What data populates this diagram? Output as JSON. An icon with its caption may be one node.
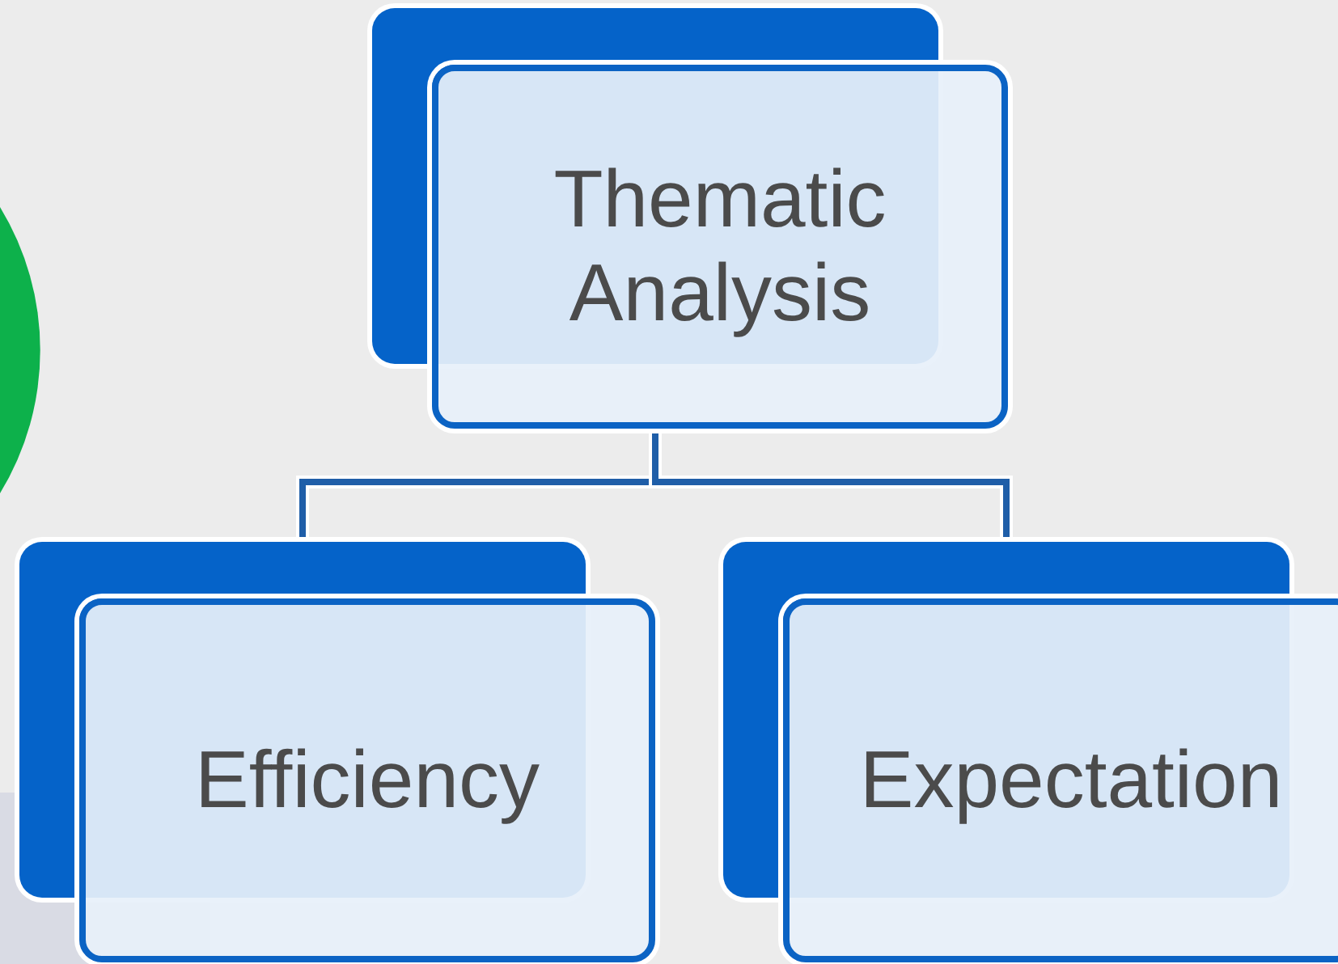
{
  "diagram": {
    "nodes": [
      {
        "text": [
          "Thematic Analysis"
        ]
      },
      {
        "text": [
          "Efficiency"
        ]
      },
      {
        "text": [
          "Expectation"
        ]
      }
    ],
    "edges": [
      {
        "from": 0,
        "to": 1,
        "arrow": "none"
      },
      {
        "from": 0,
        "to": 2,
        "arrow": "none"
      }
    ]
  }
}
